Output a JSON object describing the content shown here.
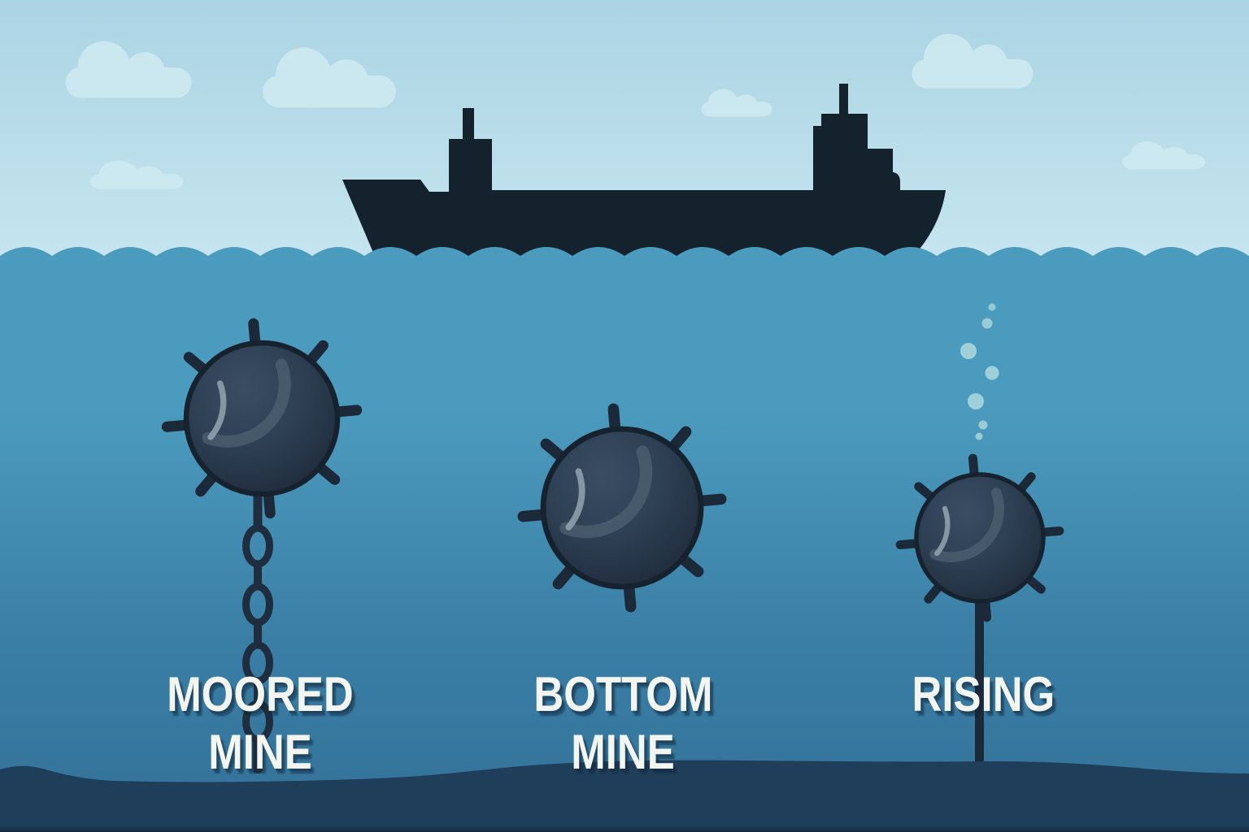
{
  "diagram": {
    "type": "naval-mine-types-illustration",
    "labels": [
      {
        "name": "moored-mine",
        "line1": "MOORED",
        "line2": "MINE"
      },
      {
        "name": "bottom-mine",
        "line1": "BOTTOM",
        "line2": "MINE"
      },
      {
        "name": "rising-mine",
        "line1": "RISING",
        "line2": ""
      }
    ],
    "icons": [
      "cargo-ship-icon",
      "cloud-icon",
      "moored-mine-icon",
      "bottom-mine-icon",
      "rising-mine-icon",
      "chain-icon",
      "tether-rod-icon",
      "bubbles-icon"
    ],
    "colors": {
      "sky_top": "#abd4e4",
      "sky_horizon": "#c6e6ef",
      "cloud": "#cfeaf2",
      "water_surface": "#4b9bbe",
      "water_deep": "#34739a",
      "seabed_top": "#1f3e59",
      "seabed_bottom": "#16293d",
      "silhouette": "#14222e",
      "mine_body": "#2d3f53",
      "mine_highlight": "#93a4b2",
      "bubble": "#a9d5db",
      "label_text": "#f3f6f0",
      "label_shadow": "#14283c"
    }
  }
}
